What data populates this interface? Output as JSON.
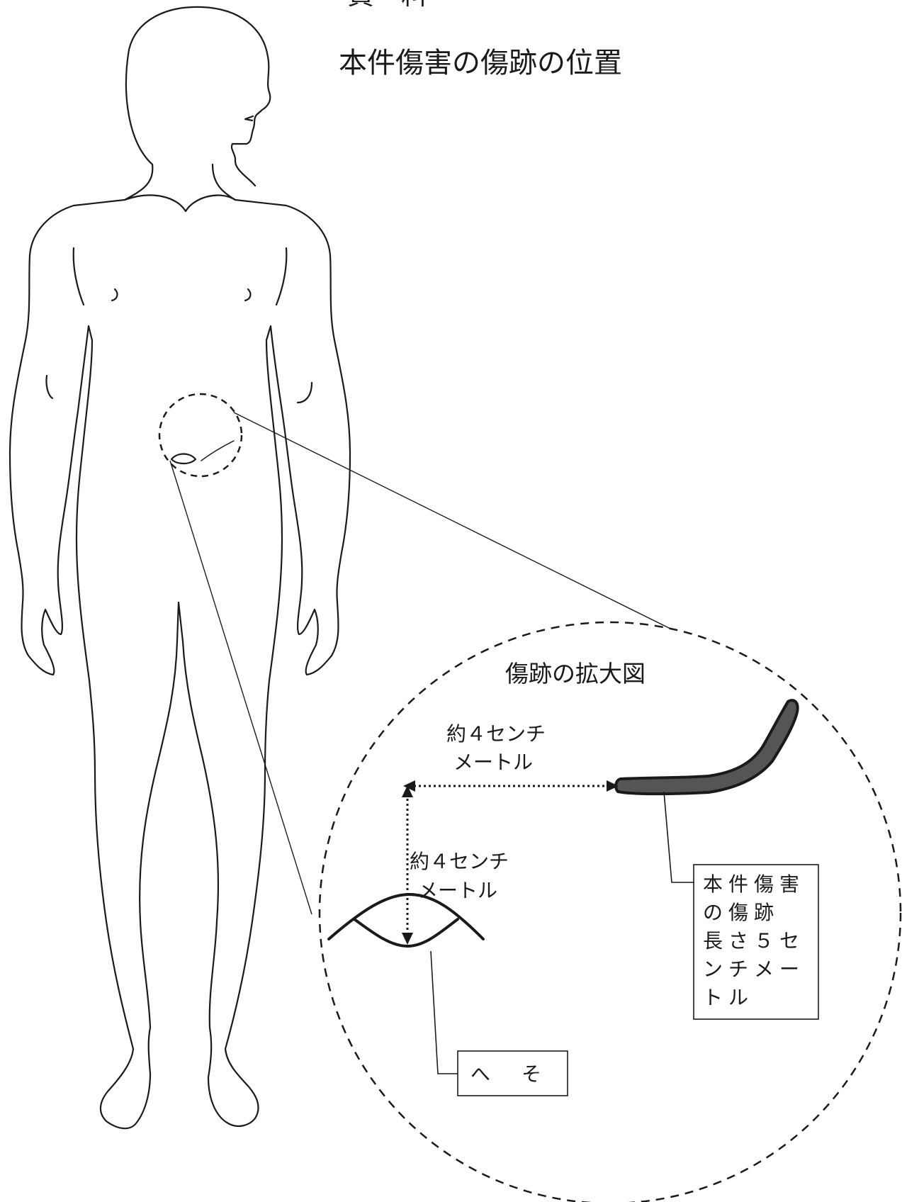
{
  "header_text": "資　料",
  "title": "本件傷害の傷跡の位置",
  "zoom_title": "傷跡の拡大図",
  "horizontal_distance": {
    "line1": "約４センチ",
    "line2": "メートル"
  },
  "vertical_distance": {
    "line1": "約４センチ",
    "line2": "メートル"
  },
  "scar_label": {
    "lines": [
      "本件傷害",
      "の傷跡",
      "長さ５セ",
      "ンチメー",
      "トル"
    ]
  },
  "navel_label": "へ　そ",
  "colors": {
    "line": "#1a1a1a",
    "scar_fill": "#555555",
    "background": "#ffffff"
  }
}
